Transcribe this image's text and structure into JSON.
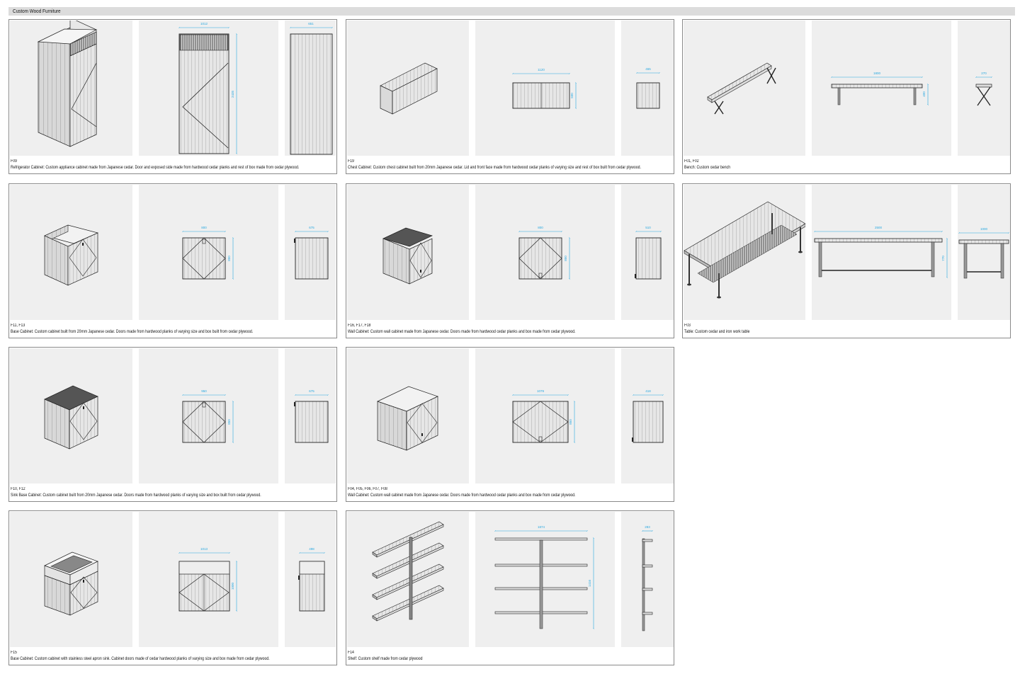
{
  "header": {
    "title": "Custom Wood Furniture"
  },
  "colors": {
    "dimension": "#29a8e0",
    "panel": "#efefef",
    "line": "#2b2b2b",
    "header_bar": "#dcdcdc"
  },
  "cards": [
    {
      "id": "refrigerator",
      "code": "F09",
      "desc": "Refrigerator Cabinet: Custom appliance cabinet made from Japanese cedar. Door and exposed side made from hardwood cedar planks and rest of box made from cedar plywood.",
      "dims": [
        "1012",
        "2435",
        "651"
      ]
    },
    {
      "id": "chest",
      "code": "F19",
      "desc": "Chest Cabinet: Custom chest cabinet built from 20mm Japanese cedar. Lid and front face made from hardwood cedar planks of varying size and rest of box built from cedar plywood.",
      "dims": [
        "1120",
        "500",
        "465"
      ]
    },
    {
      "id": "bench",
      "code": "F01, F02",
      "desc": "Bench: Custom cedar bench",
      "dims": [
        "1800",
        "400",
        "270"
      ]
    },
    {
      "id": "base-f11",
      "code": "F11, F13",
      "desc": "Base Cabinet: Custom cabinet built from 20mm Japanese cedar. Doors made from hardwood planks of varying size and box built from cedar plywood.",
      "dims": [
        "800",
        "850",
        "675"
      ]
    },
    {
      "id": "wall-f16",
      "code": "F16, F17, F18",
      "desc": "Wall Cabinet: Custom wall cabinet made from Japanese cedar. Doors made from hardwood cedar planks and box made from cedar plywood.",
      "dims": [
        "800",
        "850",
        "510"
      ]
    },
    {
      "id": "table",
      "code": "F03",
      "desc": "Table: Custom cedar and iron work table",
      "dims": [
        "2500",
        "770",
        "1000"
      ]
    },
    {
      "id": "sink-base",
      "code": "F10, F12",
      "desc": "Sink Base Cabinet: Custom cabinet built from 20mm Japanese cedar. Doors made from hardwood planks of varying size and box built from cedar plywood.",
      "dims": [
        "950",
        "850",
        "675"
      ]
    },
    {
      "id": "wall-f04",
      "code": "F04, F05, F06, F07, F08",
      "desc": "Wall Cabinet: Custom wall cabinet made from Japanese cedar. Doors made from hardwood cedar planks and box made from cedar plywood.",
      "dims": [
        "1079",
        "850",
        "418"
      ]
    },
    {
      "id": "base-f15",
      "code": "F15",
      "desc": "Base Cabinet: Custom cabinet with stainless steel apron sink. Cabinet doors made of cedar hardwood planks of varying size and box made from cedar plywood.",
      "dims": [
        "1013",
        "1000",
        "498"
      ]
    },
    {
      "id": "shelf",
      "code": "F14",
      "desc": "Shelf: Custom shelf made from cedar plywood",
      "dims": [
        "1874",
        "1416",
        "283"
      ]
    }
  ]
}
